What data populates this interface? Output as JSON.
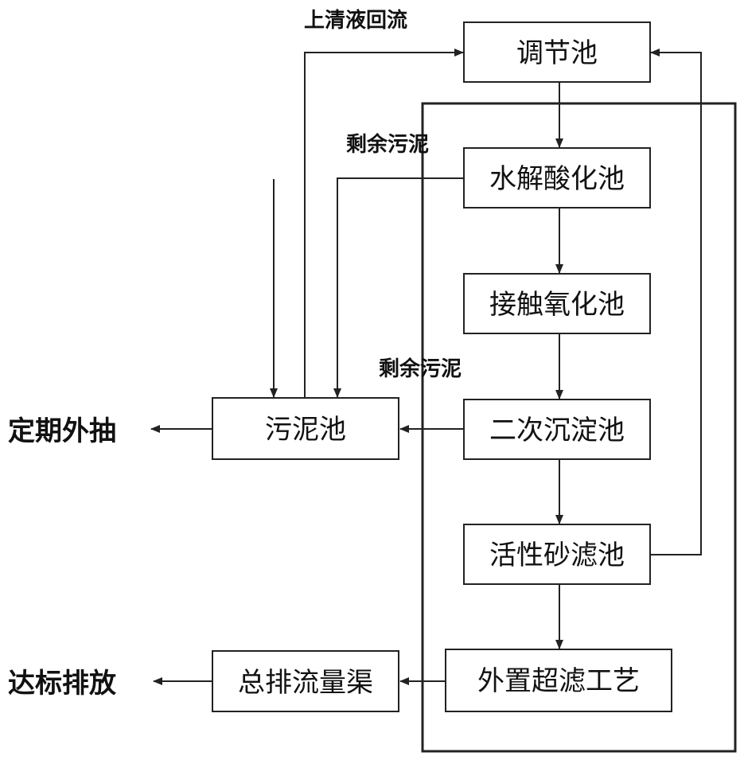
{
  "boxes": {
    "regulating_tank": "调节池",
    "hydrolysis_tank": "水解酸化池",
    "contact_oxidation_tank": "接触氧化池",
    "secondary_sedimentation_tank": "二次沉淀池",
    "sand_filter_tank": "活性砂滤池",
    "ultrafiltration": "外置超滤工艺",
    "sludge_tank": "污泥池",
    "discharge_channel": "总排流量渠"
  },
  "labels": {
    "supernatant_return": "上清液回流",
    "excess_sludge_1": "剩余污泥",
    "excess_sludge_2": "剩余污泥",
    "periodic_extraction": "定期外抽",
    "compliant_discharge": "达标排放"
  }
}
